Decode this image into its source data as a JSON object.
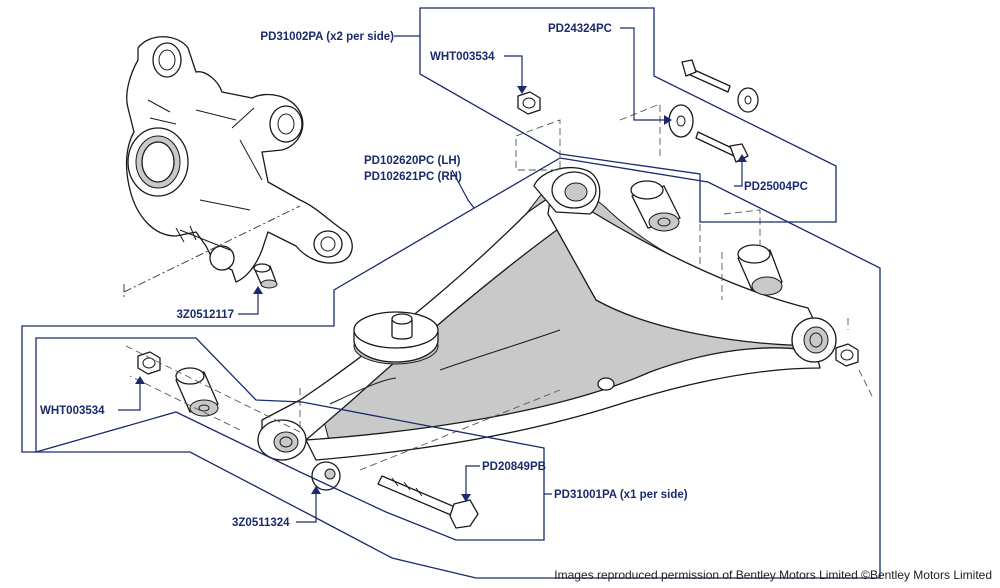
{
  "diagram": {
    "line_color": "#1a2a6c",
    "labels": {
      "pd31002pa": "PD31002PA (x2 per side)",
      "pd24324pc": "PD24324PC",
      "wht003534_top": "WHT003534",
      "pd102620pc": "PD102620PC (LH)",
      "pd102621pc": "PD102621PC (RH)",
      "pd25004pc": "PD25004PC",
      "z0512117": "3Z0512117",
      "wht003534_left": "WHT003534",
      "pd20849pb": "PD20849PB",
      "pd31001pa": "PD31001PA (x1 per side)",
      "z0511324": "3Z0511324"
    },
    "credit": "Images reproduced permission of Bentley Motors Limited ©Bentley Motors Limited"
  }
}
